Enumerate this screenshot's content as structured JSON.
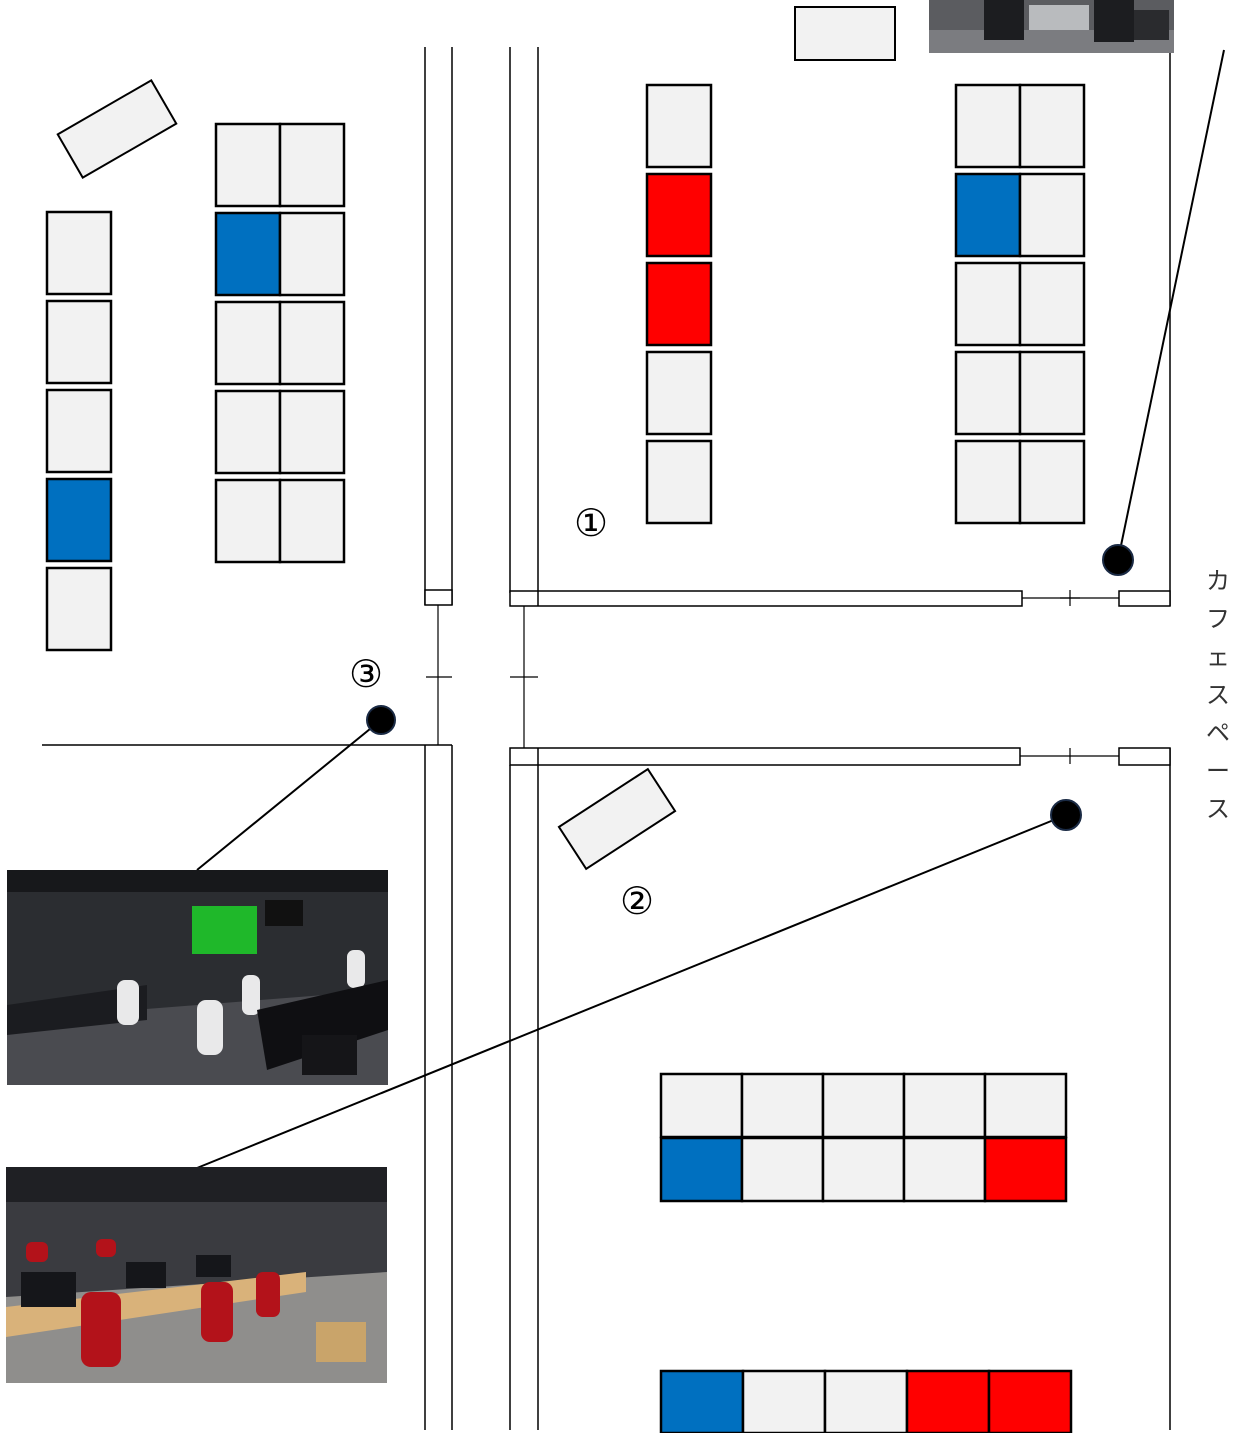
{
  "page": {
    "title": ""
  },
  "colors": {
    "seat_empty": "#f2f2f2",
    "seat_blue": "#0070c0",
    "seat_red": "#ff0000",
    "outline": "#000000",
    "photo_room_dark": "#2b2d31",
    "photo_green_screen": "#1fb82a",
    "photo_chairs_red": "#b3121a",
    "photo_desk_wood": "#d9b27a"
  },
  "rooms": [
    {
      "id": "room-1",
      "number_label": "①"
    },
    {
      "id": "room-2",
      "number_label": "②"
    },
    {
      "id": "room-3",
      "number_label": "③"
    }
  ],
  "side_label": [
    "カ",
    "フ",
    "ェ",
    "ス",
    "ペ",
    "ー",
    "ス"
  ],
  "seat_groups": [
    {
      "id": "room3-col-single",
      "states": [
        "empty",
        "empty",
        "empty",
        "blue",
        "empty"
      ]
    },
    {
      "id": "room3-col-double",
      "states": [
        "empty",
        "empty",
        "blue",
        "empty",
        "empty",
        "empty",
        "empty",
        "empty",
        "empty",
        "empty"
      ]
    },
    {
      "id": "room1-col-single",
      "states": [
        "empty",
        "red",
        "red",
        "empty",
        "empty"
      ]
    },
    {
      "id": "room1-col-double",
      "states": [
        "empty",
        "empty",
        "blue",
        "empty",
        "empty",
        "empty",
        "empty",
        "empty",
        "empty",
        "empty"
      ]
    },
    {
      "id": "room2-row-top",
      "states": [
        "empty",
        "empty",
        "empty",
        "empty",
        "empty"
      ]
    },
    {
      "id": "room2-row-middle",
      "states": [
        "blue",
        "empty",
        "empty",
        "empty",
        "red"
      ]
    },
    {
      "id": "room2-row-bottom",
      "states": [
        "blue",
        "empty",
        "empty",
        "red",
        "red"
      ]
    }
  ],
  "icons": {
    "door": "door-swing-icon",
    "camera_marker": "camera-position-icon"
  },
  "photos": [
    {
      "id": "photo-room-3",
      "icon": "room-photo-icon"
    },
    {
      "id": "photo-room-2",
      "icon": "room-photo-icon"
    },
    {
      "id": "photo-room-1",
      "icon": "room-photo-icon"
    }
  ]
}
